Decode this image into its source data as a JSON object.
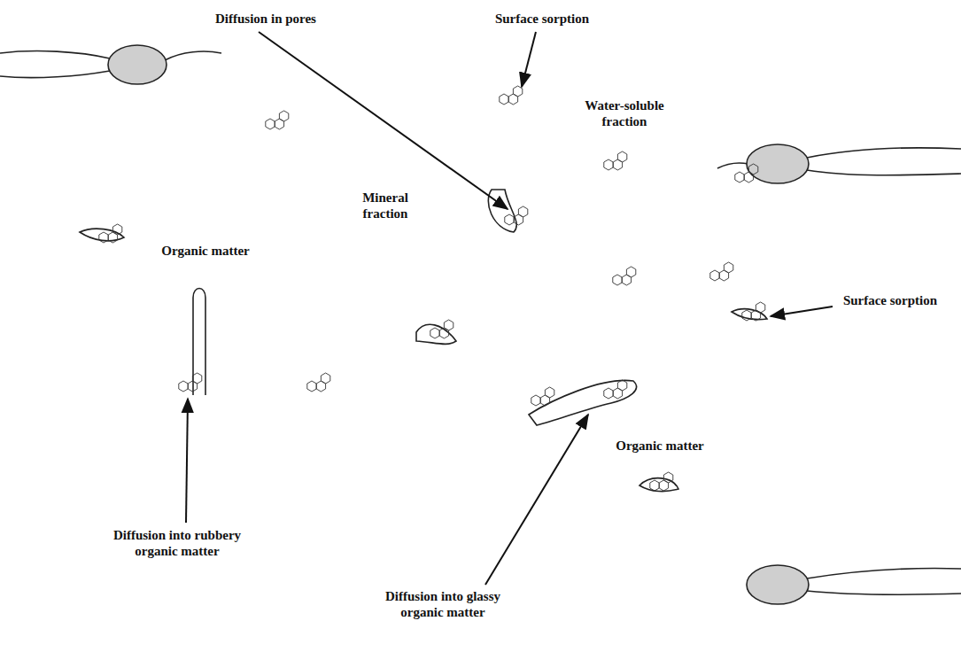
{
  "diagram": {
    "nodes": [
      {
        "text": [
          "Mineral fraction"
        ]
      },
      {
        "text": [
          "Organic matter"
        ]
      },
      {
        "text": [
          "Organic matter"
        ]
      }
    ],
    "labels": [
      "Diffusion in pores",
      "Surface sorption",
      "Water-soluble fraction",
      "Surface sorption",
      "Diffusion into rubbery organic matter",
      "Diffusion into glassy organic matter"
    ]
  }
}
